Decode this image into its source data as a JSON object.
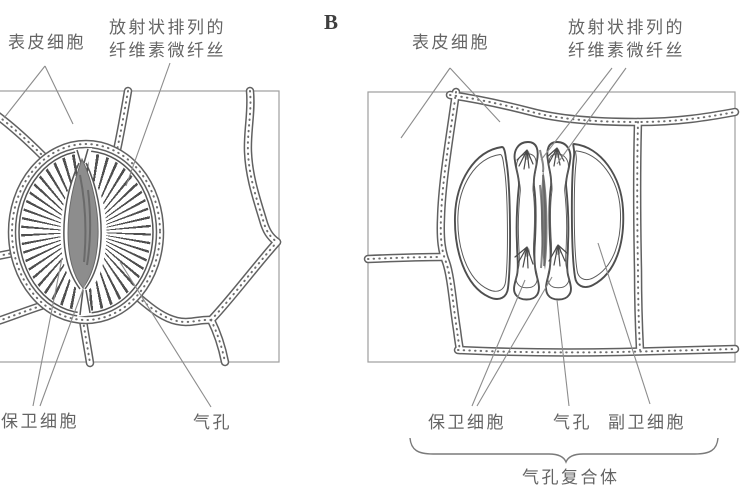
{
  "colors": {
    "line": "#5a5a5a",
    "text": "#4f4f4f",
    "pore_fill": "#8d8d8d",
    "wall_edge": "#616161",
    "leader": "#8c8c8c",
    "background": "#ffffff"
  },
  "panel_a": {
    "labels": {
      "epidermal_cell": "表皮细胞",
      "fibrils_line1": "放射状排列的",
      "fibrils_line2": "纤维素微纤丝",
      "guard_cell": "保卫细胞",
      "stoma": "气孔"
    }
  },
  "panel_b": {
    "marker": "B",
    "labels": {
      "epidermal_cell": "表皮细胞",
      "fibrils_line1": "放射状排列的",
      "fibrils_line2": "纤维素微纤丝",
      "guard_cell": "保卫细胞",
      "stoma": "气孔",
      "subsidiary_cell": "副卫细胞",
      "stomatal_complex": "气孔复合体"
    }
  }
}
